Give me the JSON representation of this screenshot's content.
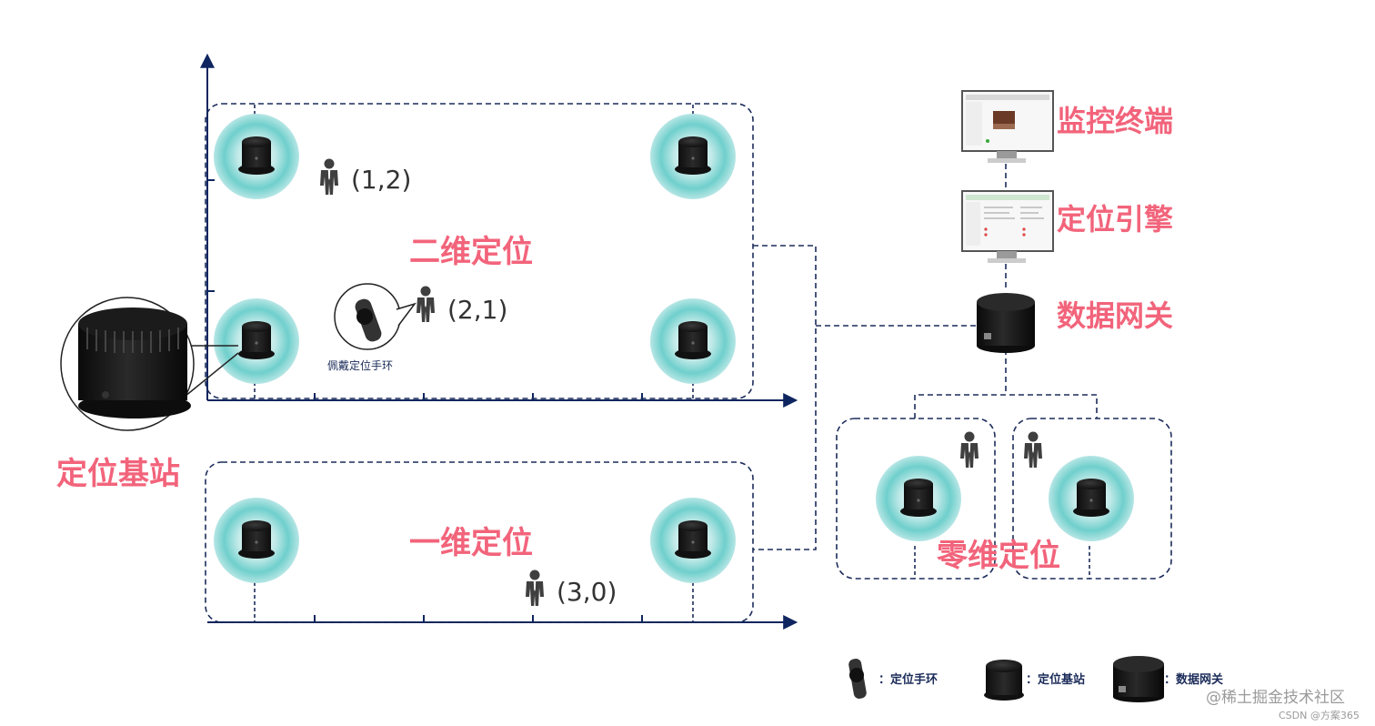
{
  "labels": {
    "two_d": "二维定位",
    "one_d": "一维定位",
    "zero_d": "零维定位",
    "base_station": "定位基站",
    "monitor_terminal": "监控终端",
    "positioning_engine": "定位引擎",
    "data_gateway": "数据网关",
    "wear_band": "佩戴定位手环"
  },
  "coords": {
    "p1": "(1,2)",
    "p2": "(2,1)",
    "p3": "(3,0)"
  },
  "legend": {
    "band": "：定位手环",
    "base": "：定位基站",
    "gateway": "：数据网关"
  },
  "watermark": {
    "line1": "@稀土掘金技术社区",
    "line2": "CSDN @方案365"
  },
  "colors": {
    "accent": "#f2647b",
    "line": "#1c2c5a",
    "halo": "#5cc6c4"
  }
}
